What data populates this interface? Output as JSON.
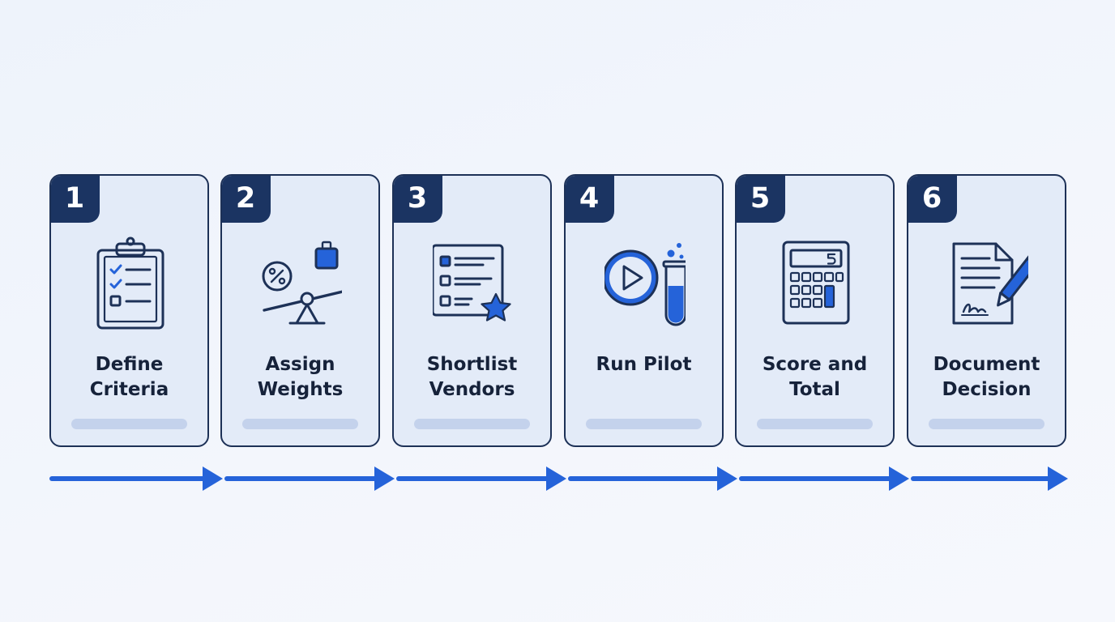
{
  "steps": [
    {
      "number": "1",
      "label": "Define\nCriteria",
      "icon": "clipboard-checklist-icon"
    },
    {
      "number": "2",
      "label": "Assign\nWeights",
      "icon": "balance-scale-weight-icon"
    },
    {
      "number": "3",
      "label": "Shortlist\nVendors",
      "icon": "list-with-star-icon"
    },
    {
      "number": "4",
      "label": "Run Pilot",
      "icon": "play-and-test-tube-icon"
    },
    {
      "number": "5",
      "label": "Score and\nTotal",
      "icon": "calculator-icon"
    },
    {
      "number": "6",
      "label": "Document\nDecision",
      "icon": "signed-document-pen-icon"
    }
  ],
  "colors": {
    "card_fill": "#e3ebf8",
    "card_border": "#1d3157",
    "badge_fill": "#1b3462",
    "accent_blue": "#2563d9",
    "placeholder_bar": "#c4d2ec",
    "label_text": "#16223a"
  }
}
